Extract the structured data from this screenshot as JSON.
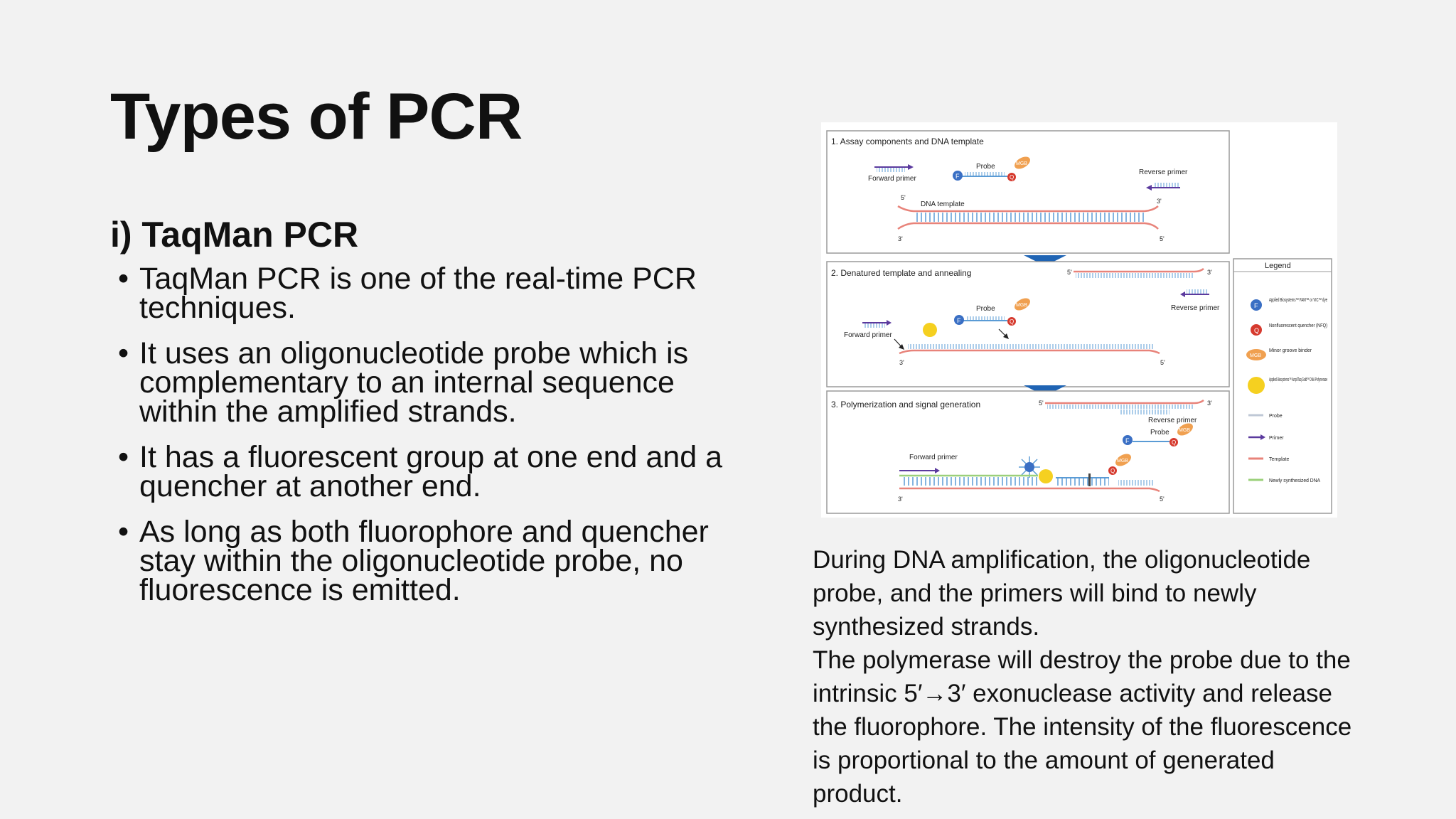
{
  "slide": {
    "title": "Types of PCR",
    "subtitle": "i) TaqMan PCR",
    "bullets": [
      "TaqMan PCR is one of the real-time PCR techniques.",
      "It uses an oligonucleotide probe which is complementary to an internal sequence within the amplified strands.",
      "It has a fluorescent group at one end and a quencher at another end.",
      "As long as both fluorophore and quencher stay within the oligonucleotide probe, no fluorescence is emitted."
    ],
    "caption": {
      "para1": "During DNA amplification, the oligonucleotide probe, and the primers will bind to newly synthesized strands.",
      "para2": "The polymerase will destroy the probe due to the intrinsic 5′→3′ exonuclease activity and release the fluorophore. The intensity of the fluorescence is proportional to the amount of generated product."
    }
  },
  "figure": {
    "panel1_title": "1. Assay components and DNA template",
    "panel2_title": "2. Denatured template and annealing",
    "panel3_title": "3. Polymerization and signal generation",
    "forward_primer": "Forward primer",
    "reverse_primer": "Reverse primer",
    "probe": "Probe",
    "dna_template": "DNA template",
    "mgb": "MGB",
    "five_prime": "5'",
    "three_prime": "3'",
    "fluor_letter": "F",
    "quencher_letter": "Q",
    "legend_title": "Legend",
    "legend": {
      "dye": "Applied Biosystems™ FAM™ or VIC™ dye",
      "nfq": "Nonfluorescent quencher (NFQ)",
      "mgb": "Minor groove binder",
      "polymerase": "Applied Biosystems™ AmpliTaq Gold™ DNA Polymerase",
      "probe": "Probe",
      "primer": "Primer",
      "template": "Template",
      "new_dna": "Newly synthesized DNA"
    },
    "colors": {
      "template": "#e8837a",
      "strand_blue": "#5a9bd5",
      "primer": "#5b3a9e",
      "fluor": "#3a6fc4",
      "quencher": "#d63a2e",
      "mgb": "#f0a050",
      "polymerase": "#f5d020",
      "new_dna": "#9bd07a",
      "arrow": "#1f64b4"
    }
  }
}
